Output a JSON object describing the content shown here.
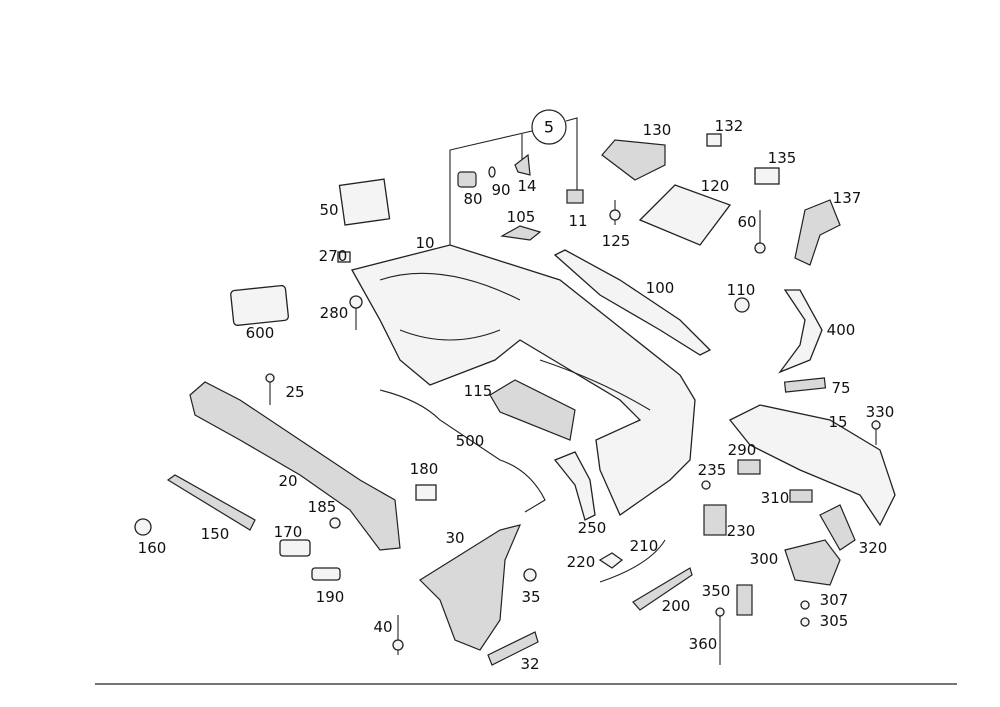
{
  "diagram": {
    "group_label": "5",
    "part_numbers": [
      "130",
      "132",
      "135",
      "137",
      "120",
      "50",
      "80",
      "90",
      "14",
      "105",
      "11",
      "125",
      "60",
      "10",
      "270",
      "100",
      "110",
      "280",
      "600",
      "400",
      "25",
      "115",
      "75",
      "15",
      "330",
      "500",
      "290",
      "235",
      "180",
      "20",
      "310",
      "185",
      "150",
      "230",
      "250",
      "170",
      "30",
      "160",
      "320",
      "210",
      "300",
      "220",
      "190",
      "350",
      "307",
      "35",
      "200",
      "305",
      "40",
      "360",
      "32"
    ]
  }
}
